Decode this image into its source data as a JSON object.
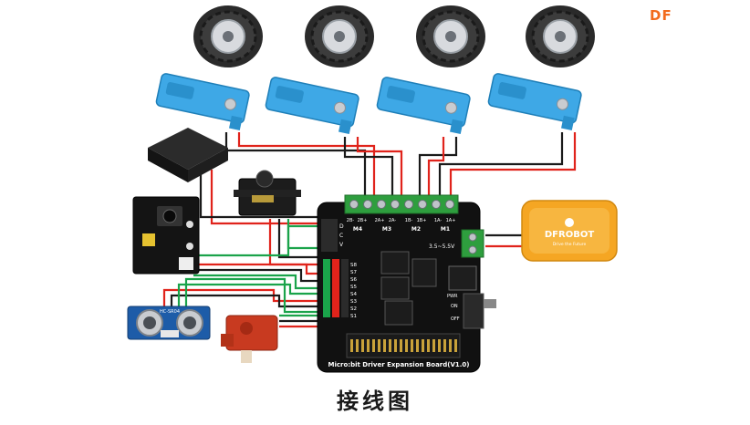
{
  "brand": {
    "logo": "DF"
  },
  "caption": "接线图",
  "board": {
    "title": "Micro:bit Driver Expansion Board(V1.0)",
    "motor_groups": [
      "M4",
      "M3",
      "M2",
      "M1"
    ],
    "motor_pins": [
      "2B-",
      "2B+",
      "2A+",
      "2A-",
      "1B-",
      "1B+",
      "1A-",
      "1A+"
    ],
    "servo_labels": [
      "S8",
      "S7",
      "S6",
      "S5",
      "S4",
      "S3",
      "S2",
      "S1"
    ],
    "power_range": "3.5~5.5V",
    "switch_on": "ON",
    "switch_off": "OFF",
    "pwr_label": "PWR",
    "side_labels": [
      "D",
      "C",
      "V"
    ]
  },
  "battery": {
    "brand": "DFROBOT",
    "tagline": "Drive the Future"
  },
  "sensor": {
    "label": "HC-SR04"
  },
  "colors": {
    "wire_red": "#e0231b",
    "wire_black": "#1a1a1a",
    "wire_green": "#1aa34a",
    "motor_blue": "#3ea8e6",
    "terminal_green": "#2e9e3e",
    "battery_orange": "#f5a623",
    "board_black": "#111111"
  }
}
